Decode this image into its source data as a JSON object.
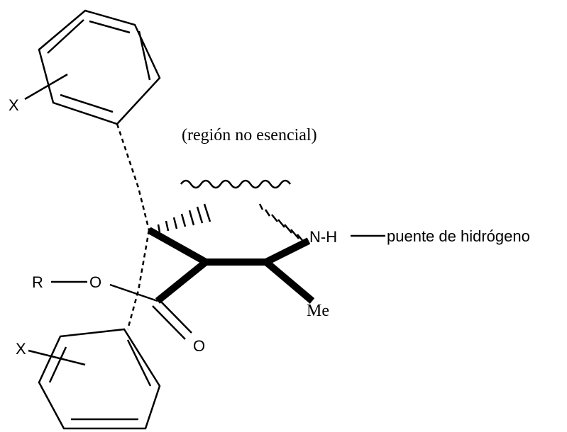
{
  "labels": {
    "substituent_top": "X",
    "substituent_bottom": "X",
    "r_group": "R",
    "ester_oxygen": "O",
    "carbonyl_oxygen": "O",
    "amine": "N-H",
    "methyl": "Me",
    "region_note": "(región no esencial)",
    "hbond_note": "puente de hidrógeno"
  }
}
